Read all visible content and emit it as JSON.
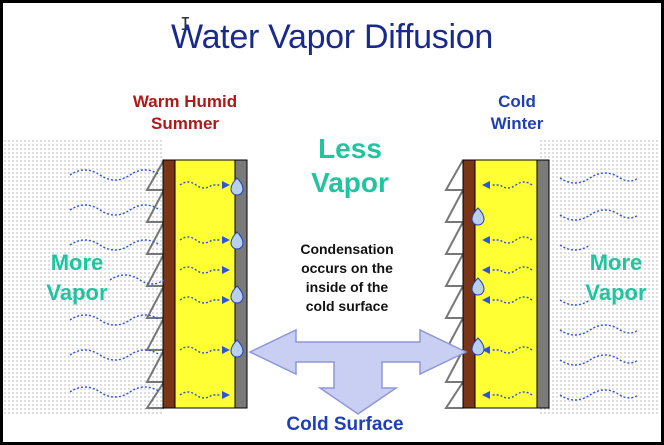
{
  "title": "Water Vapor Diffusion",
  "labels": {
    "warm_line1": "Warm Humid",
    "warm_line2": "Summer",
    "cold_line1": "Cold",
    "cold_line2": "Winter",
    "less_line1": "Less",
    "less_line2": "Vapor",
    "more_left_line1": "More",
    "more_left_line2": "Vapor",
    "more_right_line1": "More",
    "more_right_line2": "Vapor",
    "condensation_lines": [
      "Condensation",
      "occurs on the",
      "inside of the",
      "cold surface"
    ],
    "cold_surface": "Cold Surface"
  },
  "colors": {
    "title": "#1a2a8c",
    "warm": "#b01818",
    "cold": "#1f3fb8",
    "vapor_label": "#21c4a0",
    "insulation": "#ffff33",
    "sheathing": "#7a3416",
    "cold_barrier": "#7a7a7a",
    "arrow_fill": "#c9cff2",
    "vapor_stroke": "#2c55d8"
  },
  "icons": [
    "vapor-wave-icon",
    "vapor-arrow-icon",
    "condensation-droplet-icon",
    "siding-icon",
    "three-way-arrow-icon"
  ]
}
